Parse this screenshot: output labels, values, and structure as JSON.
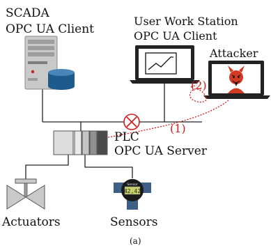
{
  "labels": {
    "scada_line1": "SCADA",
    "scada_line2": "OPC UA Client",
    "workstation_line1": "User Work Station",
    "workstation_line2": "OPC UA Client",
    "attacker": "Attacker",
    "plc_line1": "PLC",
    "plc_line2": "OPC UA Server",
    "actuators": "Actuators",
    "sensors": "Sensors",
    "sensor_caption": "Sensor",
    "sensor_value": "42,42",
    "path1": "(1)",
    "path2": "(2)",
    "figure_caption": "(a)"
  },
  "colors": {
    "attack": "#d11a1a",
    "line": "#222222",
    "server_gray": "#c9c9c9",
    "db_blue": "#1f5a8c",
    "devil_red": "#d23a24"
  }
}
